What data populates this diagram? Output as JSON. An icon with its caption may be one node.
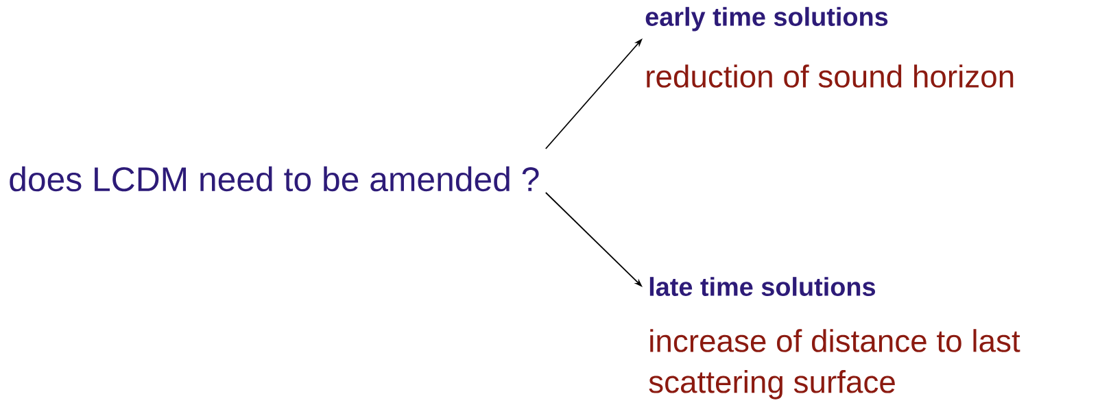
{
  "diagram": {
    "nodes": [
      {
        "text": [
          "does LCDM need to be amended ?"
        ]
      },
      {
        "text": [
          "early time solutions",
          "reduction of sound horizon"
        ]
      },
      {
        "text": [
          "late time solutions",
          "increase of distance to last scattering surface"
        ]
      }
    ],
    "edges": [
      {
        "from": 0,
        "to": 1,
        "arrow": "to"
      },
      {
        "from": 0,
        "to": 2,
        "arrow": "to"
      }
    ]
  }
}
